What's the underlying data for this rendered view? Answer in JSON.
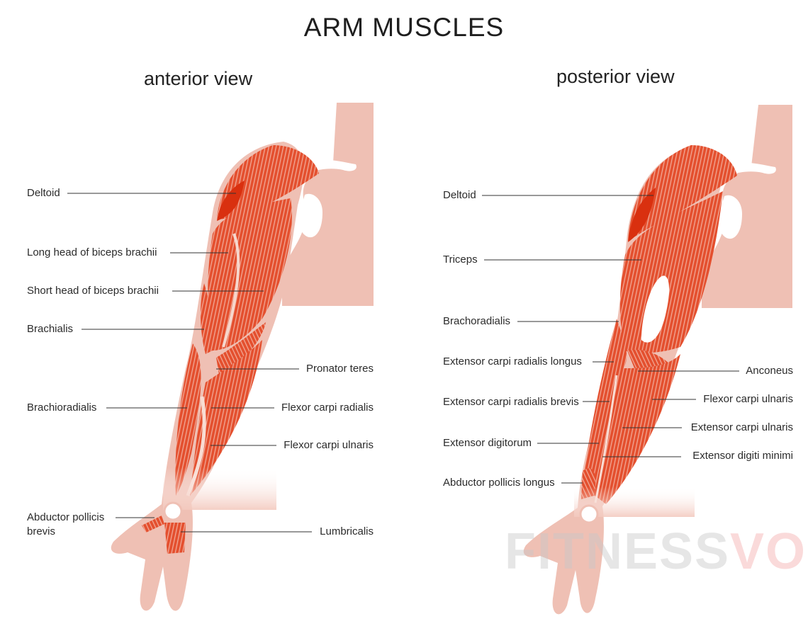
{
  "title": "ARM MUSCLES",
  "anterior": {
    "heading": "anterior view",
    "labels": [
      "Deltoid",
      "Long head of biceps brachii",
      "Short head of biceps brachii",
      "Brachialis",
      "Pronator teres",
      "Brachioradialis",
      "Flexor carpi radialis",
      "Flexor carpi ulnaris",
      "Abductor pollicis",
      "brevis",
      "Lumbricalis"
    ]
  },
  "posterior": {
    "heading": "posterior view",
    "labels": [
      "Deltoid",
      "Triceps",
      "Brachoradialis",
      "Extensor carpi radialis longus",
      "Anconeus",
      "Extensor carpi radialis brevis",
      "Flexor carpi ulnaris",
      "Extensor carpi ulnaris",
      "Extensor digitorum",
      "Extensor digiti minimi",
      "Abductor pollicis longus"
    ]
  },
  "watermark": {
    "part1": "FITNESS",
    "part2": "VOLT"
  },
  "colors": {
    "skin": "#efc0b4",
    "muscle": "#e2452c",
    "muscle_dark": "#d9300f",
    "text": "#2b2b2b"
  }
}
